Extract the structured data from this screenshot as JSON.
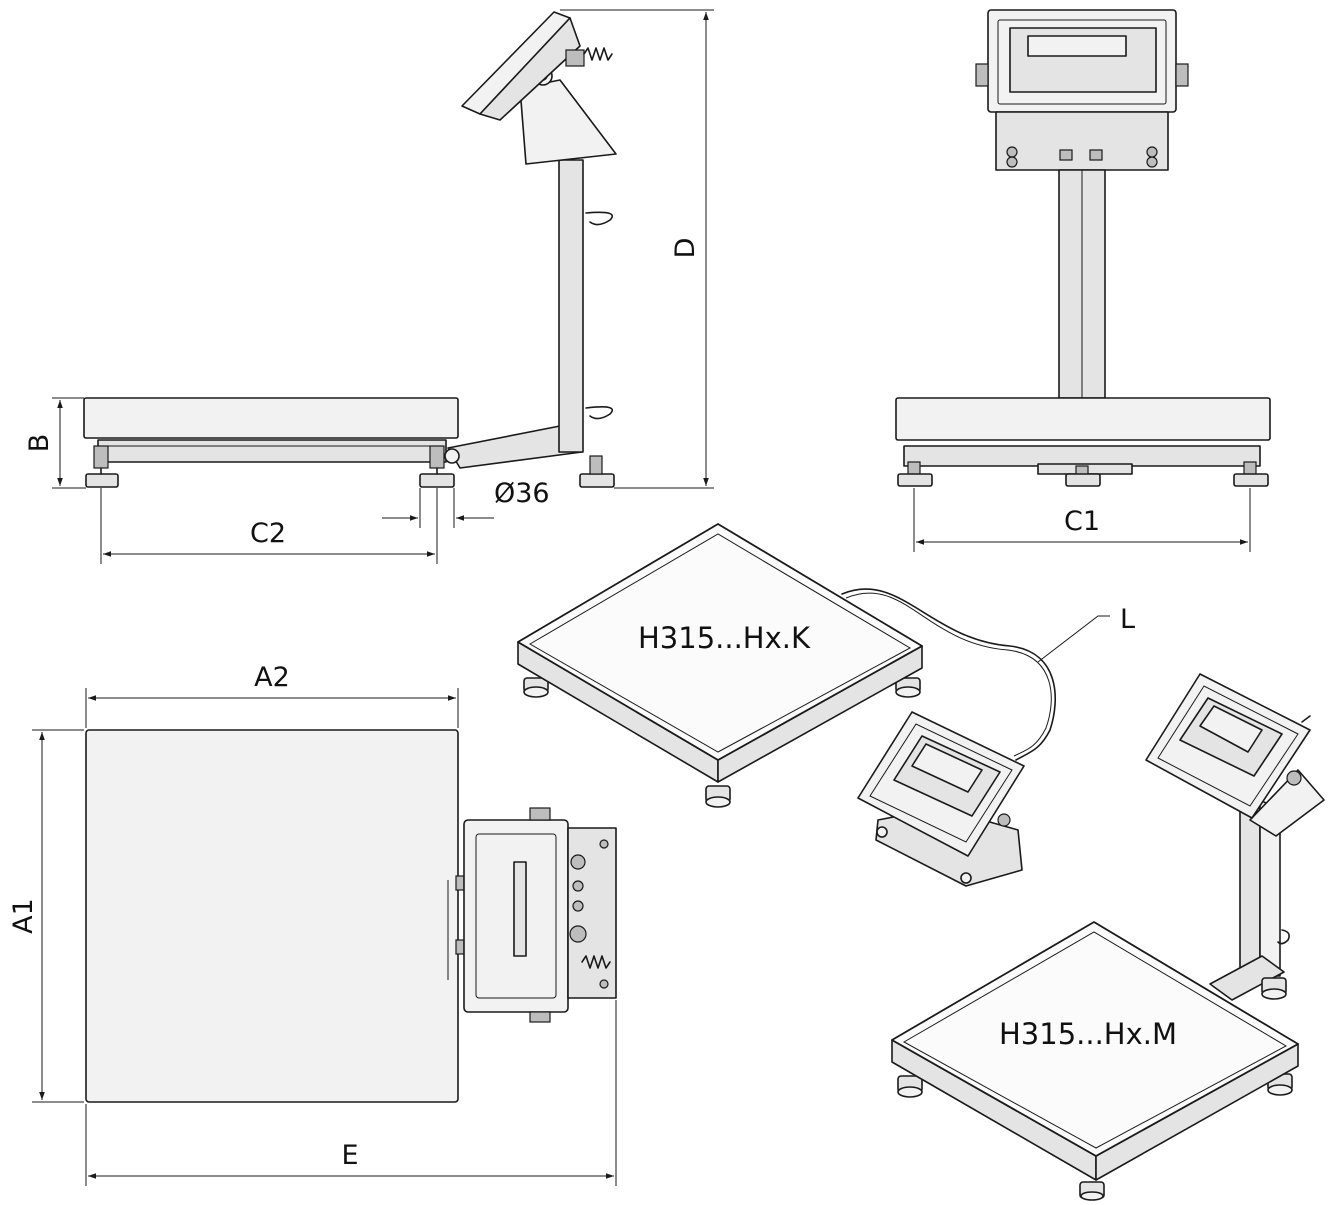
{
  "dimensions": {
    "A1": "A1",
    "A2": "A2",
    "B": "B",
    "C1": "C1",
    "C2": "C2",
    "D": "D",
    "E": "E",
    "L": "L",
    "diameter": "Ø36"
  },
  "models": {
    "k": "H315...Hx.K",
    "m": "H315...Hx.M"
  }
}
